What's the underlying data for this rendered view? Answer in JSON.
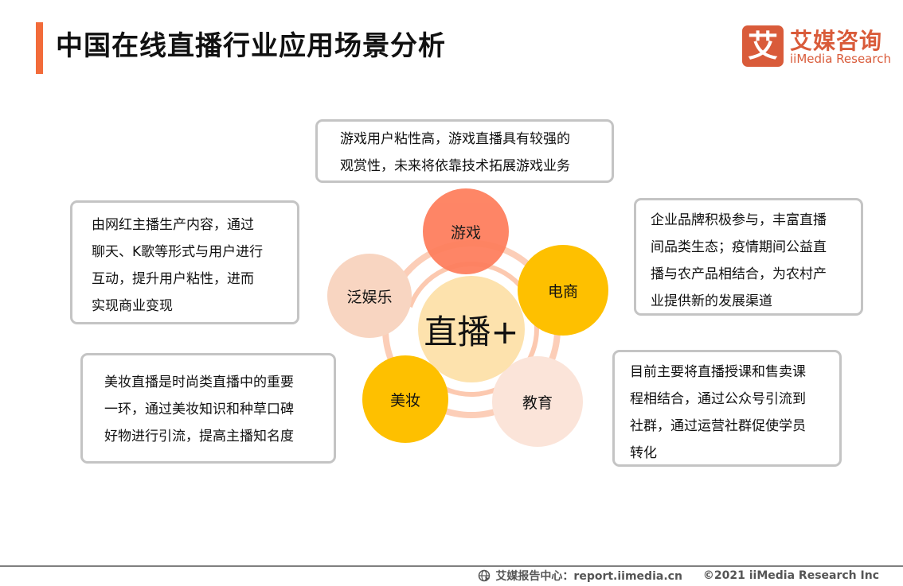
{
  "header": {
    "title": "中国在线直播行业应用场景分析",
    "accent_color": "#f26b3a"
  },
  "logo": {
    "mark": "艾",
    "name_cn": "艾媒咨询",
    "name_en": "iiMedia Research",
    "color": "#d95b3a"
  },
  "diagram": {
    "hub": {
      "label": "直播+",
      "color": "#fde2ad"
    },
    "nodes": [
      {
        "id": "game",
        "label": "游戏",
        "color": "#fe7f5e"
      },
      {
        "id": "ecommerce",
        "label": "电商",
        "color": "#fec000"
      },
      {
        "id": "education",
        "label": "教育",
        "color": "#fbe4d9"
      },
      {
        "id": "beauty",
        "label": "美妆",
        "color": "#fec000"
      },
      {
        "id": "entertainment",
        "label": "泛娱乐",
        "color": "#f8d5c1"
      }
    ],
    "descriptions": {
      "game": [
        "游戏用户粘性高，游戏直播具有较强的",
        "观赏性，未来将依靠技术拓展游戏业务"
      ],
      "entertainment": [
        "由网红主播生产内容，通过",
        "聊天、K歌等形式与用户进行",
        "互动，提升用户粘性，进而",
        "实现商业变现"
      ],
      "ecommerce": [
        "企业品牌积极参与，丰富直播",
        "间品类生态；疫情期间公益直",
        "播与农产品相结合，为农村产",
        "业提供新的发展渠道"
      ],
      "beauty": [
        "美妆直播是时尚类直播中的重要",
        "一环，通过美妆知识和种草口碑",
        "好物进行引流，提高主播知名度"
      ],
      "education": [
        "目前主要将直播授课和售卖课",
        "程相结合，通过公众号引流到",
        "社群，通过运营社群促使学员",
        "转化"
      ]
    }
  },
  "footer": {
    "icon": "globe-cursor-icon",
    "source": "艾媒报告中心：report.iimedia.cn",
    "copyright": "©2021  iiMedia Research  Inc"
  }
}
